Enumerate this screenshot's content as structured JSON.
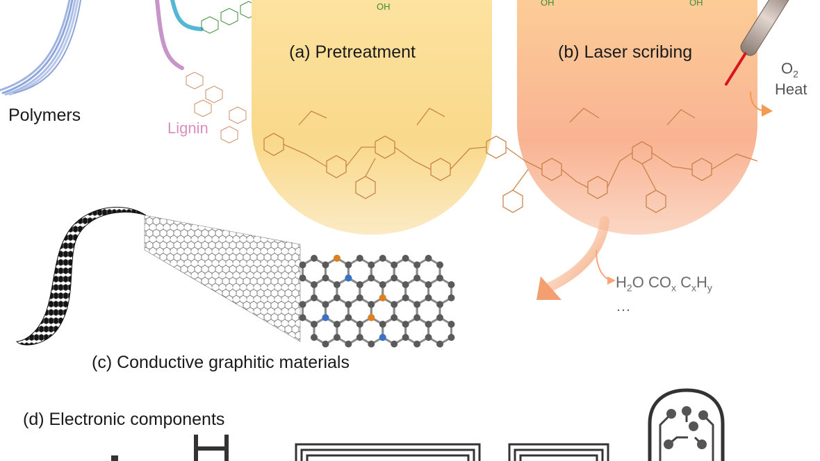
{
  "labels": {
    "polymers": "Polymers",
    "lignin": "Lignin",
    "pretreatment": "(a) Pretreatment",
    "laser": "(b) Laser scribing",
    "o2": "O",
    "o2_sub": "2",
    "heat": "Heat",
    "byproducts": {
      "h2o": "H",
      "h2o_sub": "2",
      "h2o_tail": "O",
      "cox": "CO",
      "cox_sub": "x",
      "cxhy_c": "C",
      "cxhy_x": "x",
      "cxhy_h": "H",
      "cxhy_y": "y",
      "ellipsis": "…"
    },
    "graphitic": "(c) Conductive graphitic materials",
    "electronic": "(d) Electronic components",
    "oh": "OH"
  },
  "colors": {
    "capsule_a": "#f7d874",
    "capsule_b": "#f8b08a",
    "lignin_text": "#d98fc0",
    "molecule": "#c67a3c",
    "arrow": "#f6a77a",
    "heat_arrow": "#f39a55",
    "laser_tip": "#d8151f",
    "graphene": "#555555",
    "atom_blue": "#3a72c9",
    "atom_orange": "#e07f1c",
    "gray_text": "#6b6b6b"
  }
}
